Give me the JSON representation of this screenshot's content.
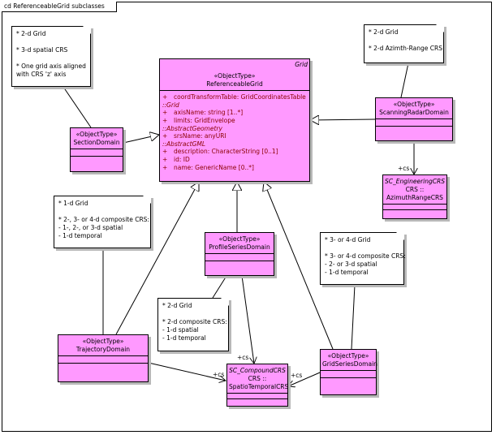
{
  "frame": {
    "title": "cd ReferenceableGrid subclasses"
  },
  "classes": {
    "referenceable_grid": {
      "tag": "Grid",
      "stereotype": "«ObjectType»",
      "name": "ReferenceableGrid",
      "attributes": [
        {
          "vis": "+",
          "text": "coordTransformTable: GridCoordinatesTable"
        },
        {
          "group": "::Grid"
        },
        {
          "vis": "+",
          "text": "axisName: string [1..*]"
        },
        {
          "vis": "+",
          "text": "limits: GridEnvelope"
        },
        {
          "group": "::AbstractGeometry"
        },
        {
          "vis": "+",
          "text": "srsName: anyURI"
        },
        {
          "group": "::AbstractGML"
        },
        {
          "vis": "+",
          "text": "description: CharacterString [0..1]"
        },
        {
          "vis": "+",
          "text": "id: ID"
        },
        {
          "vis": "+",
          "text": "name: GenericName [0..*]"
        }
      ]
    },
    "section_domain": {
      "stereotype": "«ObjectType»",
      "name": "SectionDomain"
    },
    "scanning_radar_domain": {
      "stereotype": "«ObjectType»",
      "name": "ScanningRadarDomain"
    },
    "azimuth_range_crs": {
      "stereotype": "SC_EngineeringCRS",
      "line2": "CRS ::",
      "name": "AzimuthRangeCRS"
    },
    "profile_series_domain": {
      "stereotype": "«ObjectType»",
      "name": "ProfileSeriesDomain"
    },
    "trajectory_domain": {
      "stereotype": "«ObjectType»",
      "name": "TrajectoryDomain"
    },
    "grid_series_domain": {
      "stereotype": "«ObjectType»",
      "name": "GridSeriesDomain"
    },
    "spatio_temporal_crs": {
      "stereotype": "SC_CompoundCRS",
      "line2": "CRS ::",
      "name": "SpatioTemporalCRS"
    }
  },
  "notes": {
    "section": [
      "* 2-d Grid",
      "",
      "* 3-d spatial CRS",
      "",
      "* One grid axis aligned",
      "with CRS 'z' axis"
    ],
    "radar": [
      "* 2-d Grid",
      "",
      "* 2-d Azimth-Range CRS"
    ],
    "trajectory": [
      "* 1-d Grid",
      "",
      "* 2-, 3- or 4-d composite CRS:",
      "- 1-, 2-, or 3-d spatial",
      "- 1-d temporal"
    ],
    "profile": [
      "* 2-d Grid",
      "",
      "* 2-d composite CRS:",
      "- 1-d spatial",
      "- 1-d temporal"
    ],
    "gridseries": [
      "* 3- or 4-d Grid",
      "",
      "* 3- or 4-d composite CRS:",
      "- 2- or 3-d spatial",
      "- 1-d temporal"
    ]
  },
  "labels": {
    "radar_cs": "+cs",
    "profile_cs": "+cs",
    "trajectory_cs": "+cs",
    "gridseries_cs": "+cs"
  }
}
